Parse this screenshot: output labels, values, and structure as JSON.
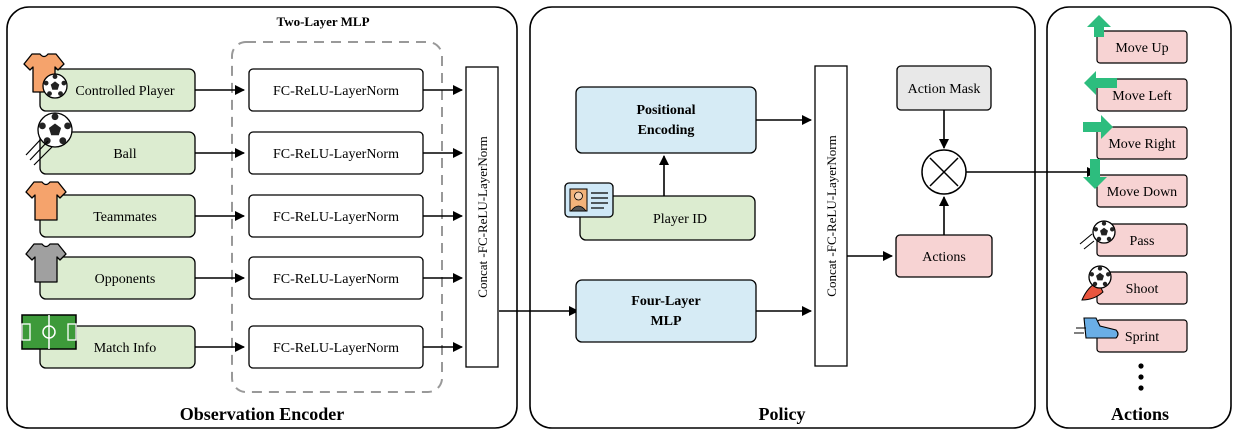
{
  "panels": {
    "encoder": {
      "title": "Observation Encoder",
      "mlp_title": "Two-Layer MLP"
    },
    "policy": {
      "title": "Policy"
    },
    "actions": {
      "title": "Actions"
    }
  },
  "inputs": [
    {
      "label": "Controlled Player",
      "icon": "controlled-player-icon"
    },
    {
      "label": "Ball",
      "icon": "ball-icon"
    },
    {
      "label": "Teammates",
      "icon": "teammates-jersey-icon"
    },
    {
      "label": "Opponents",
      "icon": "opponents-jersey-icon"
    },
    {
      "label": "Match Info",
      "icon": "pitch-icon"
    }
  ],
  "mlp_label": "FC-ReLU-LayerNorm",
  "concat_label": "Concat -FC-ReLU-LayerNorm",
  "policy": {
    "pe_line1": "Positional",
    "pe_line2": "Encoding",
    "player_id": "Player ID",
    "mlp_line1": "Four-Layer",
    "mlp_line2": "MLP",
    "concat_label": "Concat -FC-ReLU-LayerNorm",
    "action_mask": "Action Mask",
    "actions": "Actions"
  },
  "action_items": [
    {
      "label": "Move Up",
      "icon": "arrow-up-icon"
    },
    {
      "label": "Move Left",
      "icon": "arrow-left-icon"
    },
    {
      "label": "Move Right",
      "icon": "arrow-right-icon"
    },
    {
      "label": "Move Down",
      "icon": "arrow-down-icon"
    },
    {
      "label": "Pass",
      "icon": "pass-ball-icon"
    },
    {
      "label": "Shoot",
      "icon": "shoot-ball-icon"
    },
    {
      "label": "Sprint",
      "icon": "sprint-shoe-icon"
    }
  ],
  "colors": {
    "input_fill": "#dcecd0",
    "policy_fill": "#d6ebf5",
    "action_fill": "#f7d3d3",
    "mask_fill": "#e8e8e8",
    "arrow_green": "#2dbd7e",
    "jersey_orange": "#f5a36c",
    "jersey_gray": "#a0a0a0",
    "pitch_green": "#3d9a3a"
  }
}
